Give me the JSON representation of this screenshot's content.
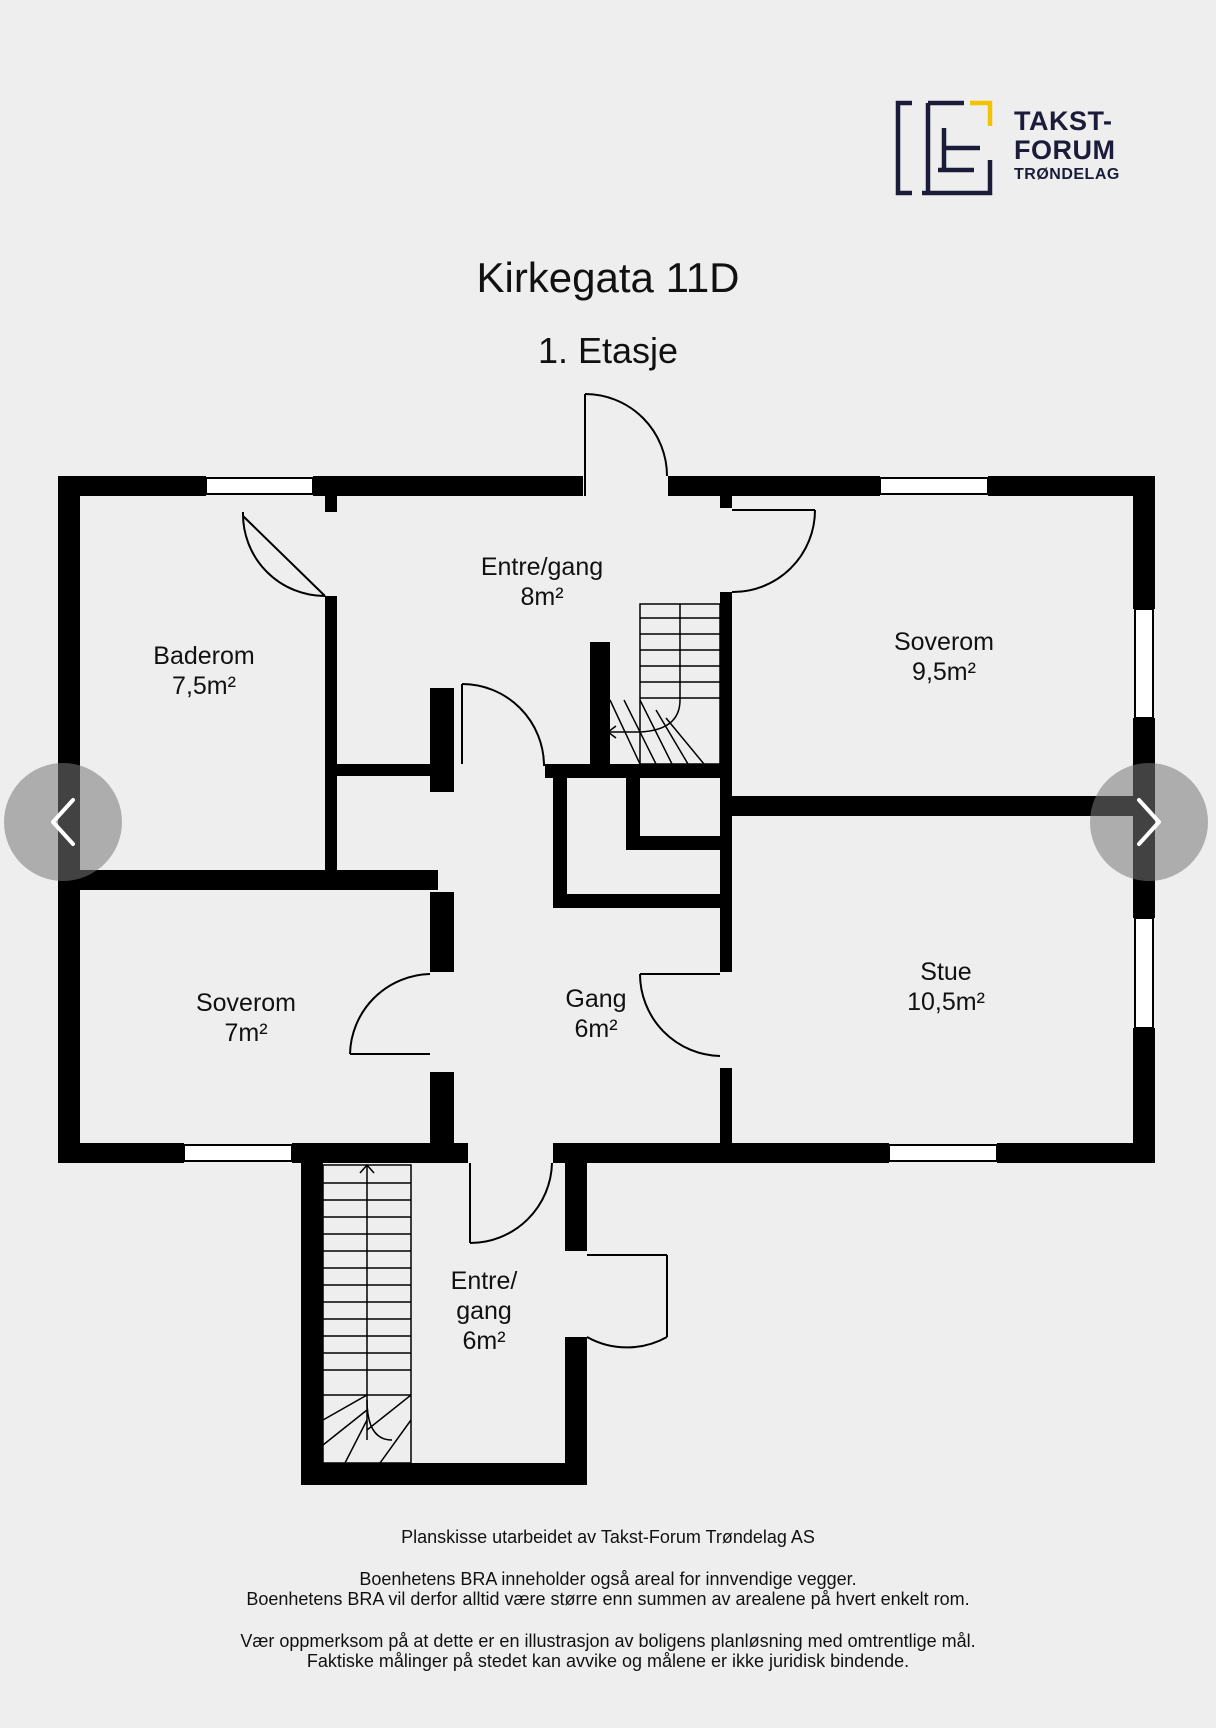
{
  "logo": {
    "line1": "TAKST-",
    "line2": "FORUM",
    "line3": "TRØNDELAG",
    "color": "#1b1b3a",
    "accent": "#f2c400"
  },
  "title": "Kirkegata 11D",
  "subtitle": "1. Etasje",
  "rooms": [
    {
      "name": "Entre/gang",
      "area": "8m²"
    },
    {
      "name": "Baderom",
      "area": "7,5m²"
    },
    {
      "name": "Soverom",
      "area": "9,5m²"
    },
    {
      "name": "Soverom",
      "area": "7m²"
    },
    {
      "name": "Gang",
      "area": "6m²"
    },
    {
      "name": "Stue",
      "area": "10,5m²"
    },
    {
      "name": "Entre/",
      "name2": "gang",
      "area": "6m²"
    }
  ],
  "notes": {
    "line1": "Planskisse utarbeidet av Takst-Forum Trøndelag AS",
    "line2": "Boenhetens BRA inneholder også areal for innvendige vegger.",
    "line3": "Boenhetens BRA vil derfor alltid være større enn summen av arealene på hvert enkelt rom.",
    "line4": "Vær oppmerksom på at dette er en illustrasjon av boligens planløsning med omtrentlige mål.",
    "line5": "Faktiske målinger på stedet kan avvike og målene er ikke juridisk bindende."
  },
  "nav": {
    "prev_icon": "chevron-left-icon",
    "next_icon": "chevron-right-icon"
  },
  "colors": {
    "wall": "#000000",
    "background": "#eeeeee"
  }
}
